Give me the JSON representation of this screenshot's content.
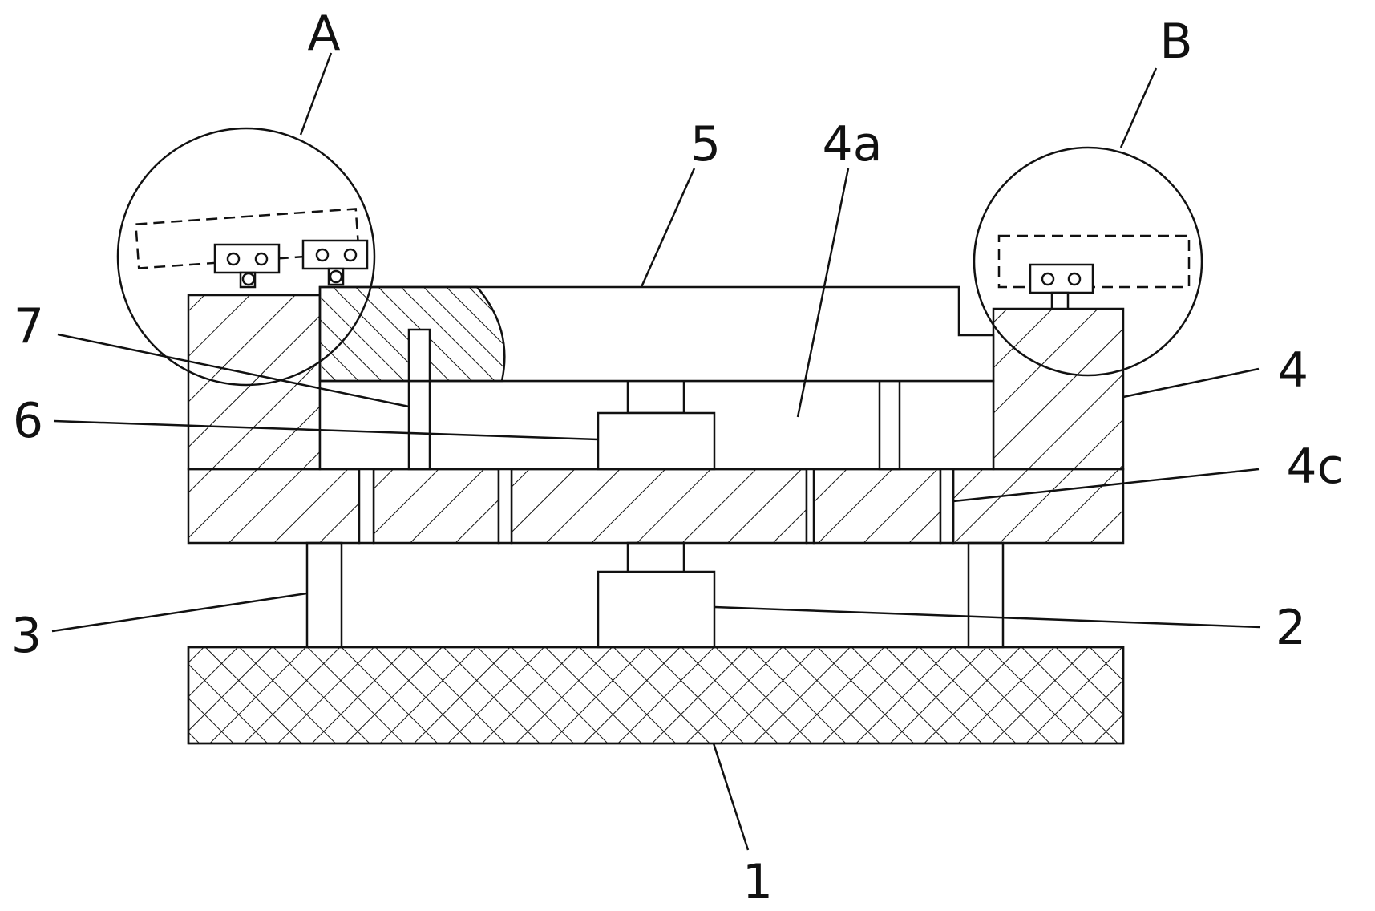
{
  "labels": {
    "A": "A",
    "B": "B",
    "part_1": "1",
    "part_2": "2",
    "part_3": "3",
    "part_4": "4",
    "part_4a": "4a",
    "part_4c": "4c",
    "part_5": "5",
    "part_6": "6",
    "part_7": "7"
  },
  "colors": {
    "line": "#111111",
    "background": "#ffffff"
  }
}
